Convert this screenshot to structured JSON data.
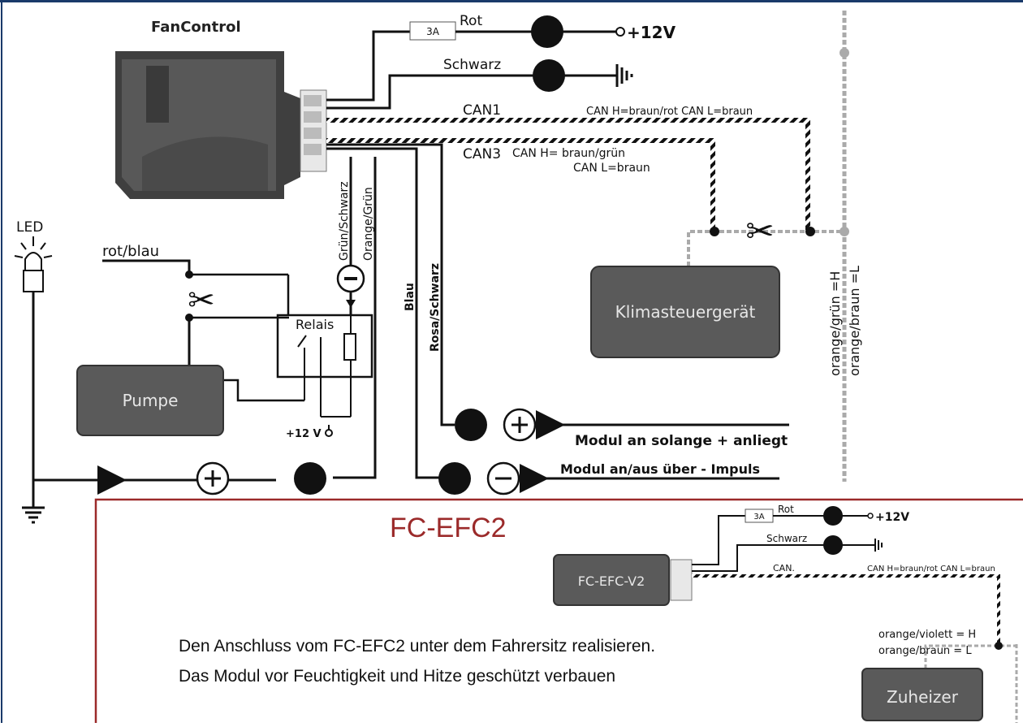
{
  "top": {
    "title": "FanControl",
    "fuse": "3A",
    "rot": "Rot",
    "v12": "+12V",
    "schwarz": "Schwarz",
    "can1": "CAN1",
    "can1_wires": "CAN H=braun/rot  CAN L=braun",
    "can3": "CAN3",
    "can3_h": "CAN H= braun/grün",
    "can3_l": "CAN L=braun",
    "gruen_schwarz": "Grün/Schwarz",
    "orange_gruen": "Orange/Grün",
    "blau": "Blau",
    "rosa_schwarz": "Rosa/Schwarz",
    "led": "LED",
    "rot_blau": "rot/blau",
    "relais": "Relais",
    "pumpe": "Pumpe",
    "plus12v": "+12 V",
    "klimasteuergeraet": "Klimasteuergerät",
    "orange_gruen_h": "orange/grün =H",
    "orange_braun_l": "orange/braun =L",
    "modul_plus": "Modul an solange + anliegt",
    "modul_impuls": "Modul an/aus über - Impuls"
  },
  "bottom": {
    "title": "FC-EFC2",
    "module": "FC-EFC-V2",
    "fuse": "3A",
    "rot": "Rot",
    "v12": "+12V",
    "schwarz": "Schwarz",
    "can": "CAN.",
    "can_wires": "CAN H=braun/rot  CAN L=braun",
    "violett_h": "orange/violett = H",
    "braun_l": "orange/braun = L",
    "zuheizer": "Zuheizer",
    "note1": "Den Anschluss vom FC-EFC2 unter dem Fahrersitz realisieren.",
    "note2": "Das Modul vor Feuchtigkeit und Hitze geschützt verbauen"
  },
  "colors": {
    "header_bar": "#1a3a6a",
    "box_fill": "#5a5a5a",
    "section_border": "#9b2a2a",
    "title_red": "#9b2a2a"
  }
}
